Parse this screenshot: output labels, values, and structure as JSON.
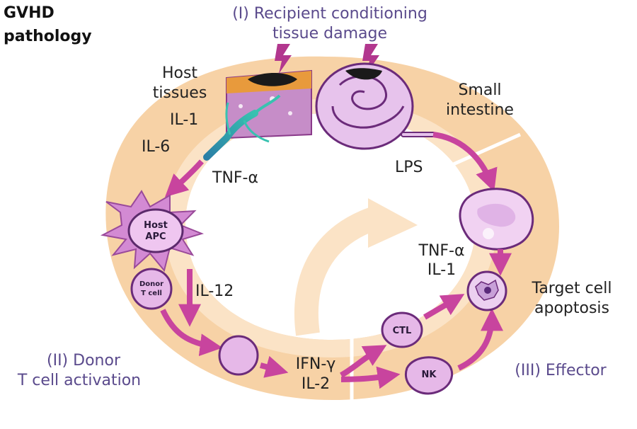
{
  "title": {
    "line1": "GVHD",
    "line2": "pathology"
  },
  "stages": {
    "one": {
      "line1": "(I) Recipient conditioning",
      "line2": "tissue damage"
    },
    "two": {
      "line1": "(II) Donor",
      "line2": "T cell activation"
    },
    "three": {
      "line1": "(III) Effector"
    }
  },
  "labels": {
    "host_tissues": {
      "line1": "Host",
      "line2": "tissues"
    },
    "small_intestine": {
      "line1": "Small",
      "line2": "intestine"
    },
    "il1": "IL-1",
    "il6": "IL-6",
    "tnf_a": "TNF-α",
    "lps": "LPS",
    "il12": "IL-12",
    "effector_tnf": "TNF-α",
    "effector_il1": "IL-1",
    "ifn_g": "IFN-γ",
    "il2": "IL-2",
    "target": {
      "line1": "Target cell",
      "line2": "apoptosis"
    }
  },
  "cells": {
    "host_apc": {
      "line1": "Host",
      "line2": "APC"
    },
    "donor_t": {
      "line1": "Donor",
      "line2": "T cell"
    },
    "ctl": "CTL",
    "nk": "NK"
  },
  "colors": {
    "ring": "#f6cf9f",
    "ring_light": "#fbe6cc",
    "arrow": "#c8449e",
    "cell_fill": "#e6b8e8",
    "cell_stroke": "#8a3a8a",
    "stage_text": "#5a4a8c",
    "lightning": "#b2378e"
  }
}
